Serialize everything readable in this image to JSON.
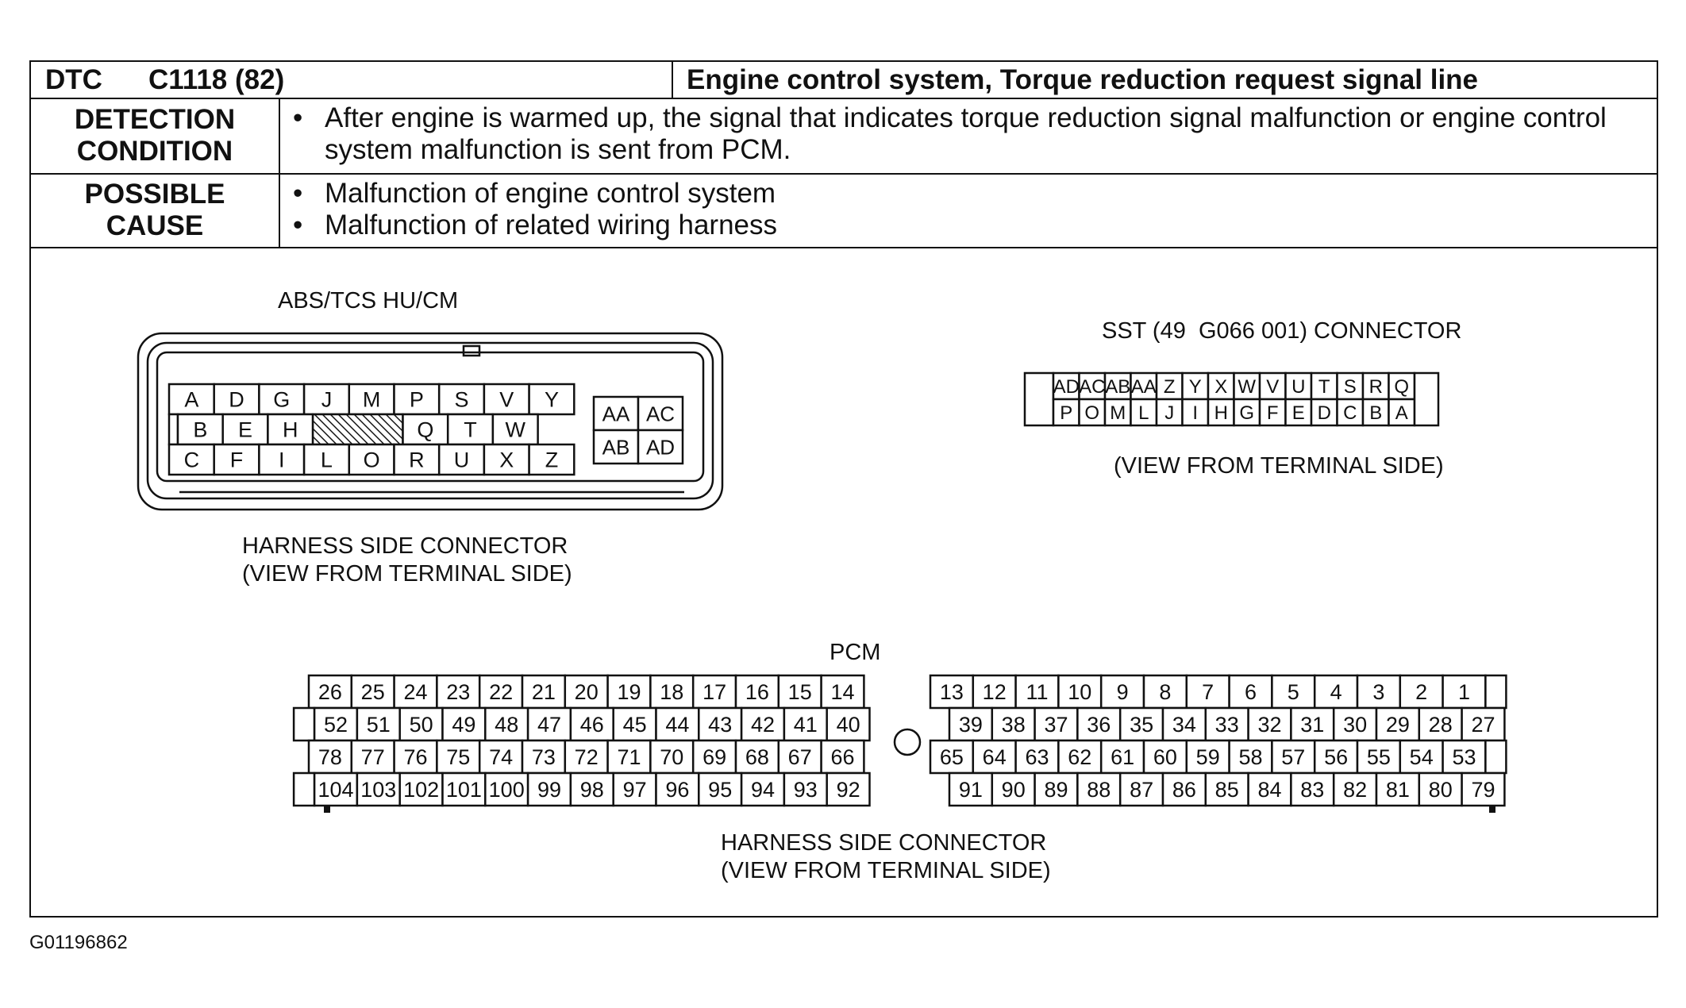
{
  "dtc": {
    "label": "DTC",
    "code": "C1118 (82)",
    "title": "Engine control system, Torque reduction request signal line"
  },
  "detection": {
    "header_line1": "DETECTION",
    "header_line2": "CONDITION",
    "items": [
      "After engine is warmed up, the signal that indicates torque reduction signal malfunction or engine control system malfunction is sent from PCM."
    ]
  },
  "cause": {
    "header_line1": "POSSIBLE",
    "header_line2": "CAUSE",
    "items": [
      "Malfunction of engine control system",
      "Malfunction of related wiring harness"
    ]
  },
  "abs_connector": {
    "title": "ABS/TCS HU/CM",
    "caption_line1": "HARNESS SIDE CONNECTOR",
    "caption_line2": "(VIEW FROM TERMINAL SIDE)",
    "row1": [
      "A",
      "D",
      "G",
      "J",
      "M",
      "P",
      "S",
      "V",
      "Y"
    ],
    "row2": [
      "B",
      "E",
      "H",
      "Q",
      "T",
      "W"
    ],
    "row3": [
      "C",
      "F",
      "I",
      "L",
      "O",
      "R",
      "U",
      "X",
      "Z"
    ],
    "aux": [
      [
        "AA",
        "AC"
      ],
      [
        "AB",
        "AD"
      ]
    ]
  },
  "sst_connector": {
    "title": "SST (49  G066 001) CONNECTOR",
    "caption": "(VIEW FROM TERMINAL SIDE)",
    "top": [
      "AD",
      "AC",
      "AB",
      "AA",
      "Z",
      "Y",
      "X",
      "W",
      "V",
      "U",
      "T",
      "S",
      "R",
      "Q"
    ],
    "bottom": [
      "P",
      "O",
      "M",
      "L",
      "J",
      "I",
      "H",
      "G",
      "F",
      "E",
      "D",
      "C",
      "B",
      "A"
    ]
  },
  "pcm_connector": {
    "title": "PCM",
    "caption_line1": "HARNESS SIDE CONNECTOR",
    "caption_line2": "(VIEW FROM TERMINAL SIDE)",
    "left_rows": [
      [
        "26",
        "25",
        "24",
        "23",
        "22",
        "21",
        "20",
        "19",
        "18",
        "17",
        "16",
        "15",
        "14"
      ],
      [
        "",
        "52",
        "51",
        "50",
        "49",
        "48",
        "47",
        "46",
        "45",
        "44",
        "43",
        "42",
        "41",
        "40"
      ],
      [
        "78",
        "77",
        "76",
        "75",
        "74",
        "73",
        "72",
        "71",
        "70",
        "69",
        "68",
        "67",
        "66"
      ],
      [
        "",
        "104",
        "103",
        "102",
        "101",
        "100",
        "99",
        "98",
        "97",
        "96",
        "95",
        "94",
        "93",
        "92"
      ]
    ],
    "right_rows": [
      [
        "13",
        "12",
        "11",
        "10",
        "9",
        "8",
        "7",
        "6",
        "5",
        "4",
        "3",
        "2",
        "1",
        ""
      ],
      [
        "39",
        "38",
        "37",
        "36",
        "35",
        "34",
        "33",
        "32",
        "31",
        "30",
        "29",
        "28",
        "27"
      ],
      [
        "65",
        "64",
        "63",
        "62",
        "61",
        "60",
        "59",
        "58",
        "57",
        "56",
        "55",
        "54",
        "53",
        ""
      ],
      [
        "91",
        "90",
        "89",
        "88",
        "87",
        "86",
        "85",
        "84",
        "83",
        "82",
        "81",
        "80",
        "79"
      ]
    ]
  },
  "document_id": "G01196862"
}
